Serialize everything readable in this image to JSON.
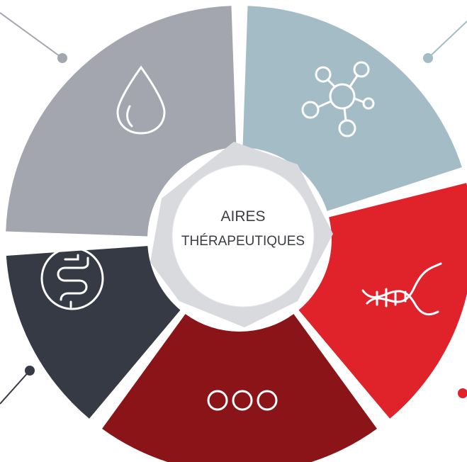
{
  "center": {
    "title_line1": "AIRES",
    "title_line2": "THÉRAPEUTIQUES"
  },
  "segments": [
    {
      "name": "segment-blood",
      "icon": "drop-icon",
      "color": "#a3a6ae"
    },
    {
      "name": "segment-molecule",
      "icon": "molecule-icon",
      "color": "#a4bcc6"
    },
    {
      "name": "segment-genetics",
      "icon": "dna-icon",
      "color": "#e0222b"
    },
    {
      "name": "segment-other",
      "icon": "three-circles-icon",
      "color": "#8a1418"
    },
    {
      "name": "segment-digestive",
      "icon": "intestine-icon",
      "color": "#363a45"
    }
  ],
  "colors": {
    "center_fill": "#ffffff",
    "connector_gray": "#a3a6ae",
    "connector_blue": "#a4bcc6",
    "connector_dark": "#363a45",
    "connector_red": "#e0222b"
  }
}
